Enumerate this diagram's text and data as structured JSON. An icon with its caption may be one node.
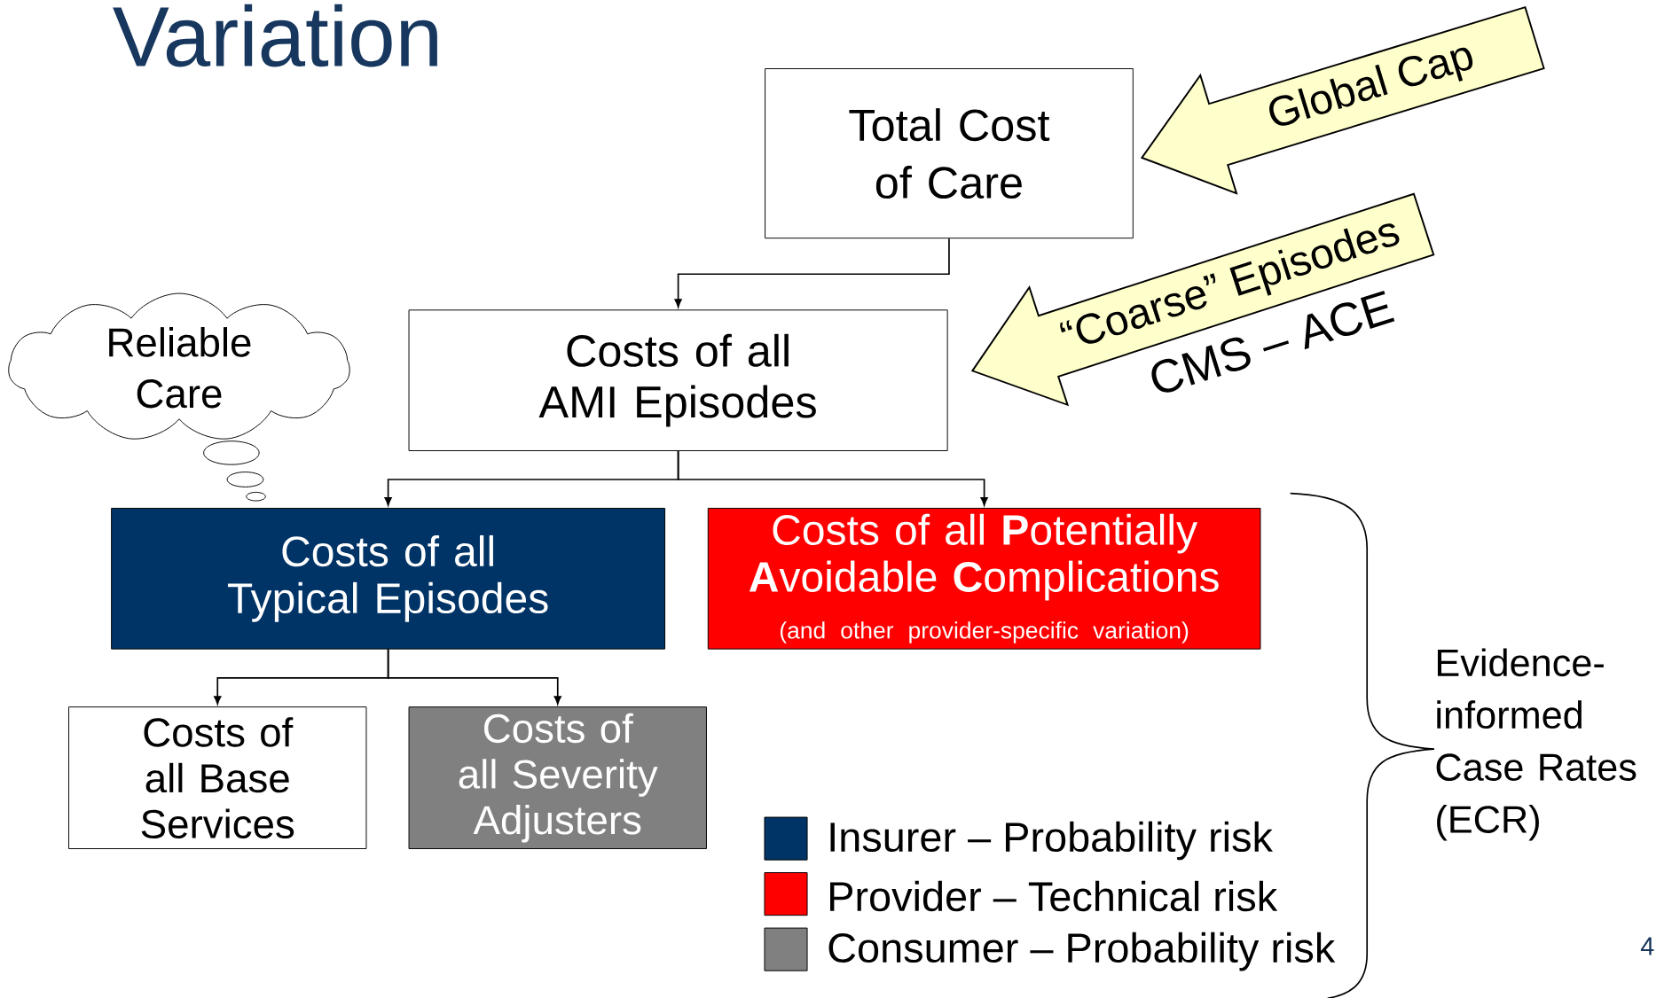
{
  "diagram": {
    "title": "Variation",
    "nodes": [
      {
        "text": [
          "Total Cost of Care"
        ]
      },
      {
        "text": [
          "Costs of all AMI Episodes"
        ]
      },
      {
        "text": [
          "Costs of all Typical Episodes"
        ]
      },
      {
        "text": [
          "Costs of all **P**otentially **A**voidable **C**omplications",
          "(and other provider-specific variation)"
        ]
      },
      {
        "text": [
          "Costs of all Base Services"
        ]
      },
      {
        "text": [
          "Costs of all Severity Adjusters"
        ]
      },
      {
        "text": [
          "Reliable Care"
        ]
      }
    ],
    "edges": [
      {
        "from": 0,
        "to": 1,
        "arrow": "to"
      },
      {
        "from": 1,
        "to": 2,
        "arrow": "to"
      },
      {
        "from": 1,
        "to": 3,
        "arrow": "to"
      },
      {
        "from": 2,
        "to": 4,
        "arrow": "to"
      },
      {
        "from": 2,
        "to": 5,
        "arrow": "to"
      },
      {
        "from": null,
        "to": 0,
        "arrow": "to",
        "label": "Global Cap",
        "style": "thick"
      },
      {
        "from": null,
        "to": 1,
        "arrow": "to",
        "label": "“Coarse” Episodes",
        "style": "thick"
      }
    ],
    "labels": [
      "CMS – ACE",
      "Evidence-informed Case Rates (ECR)",
      "4"
    ],
    "legend": [
      {
        "text": "Insurer – Probability risk",
        "color": "#003366"
      },
      {
        "text": "Provider – Technical risk",
        "color": "#ff0000"
      },
      {
        "text": "Consumer – Probability risk",
        "color": "#808080"
      }
    ]
  }
}
